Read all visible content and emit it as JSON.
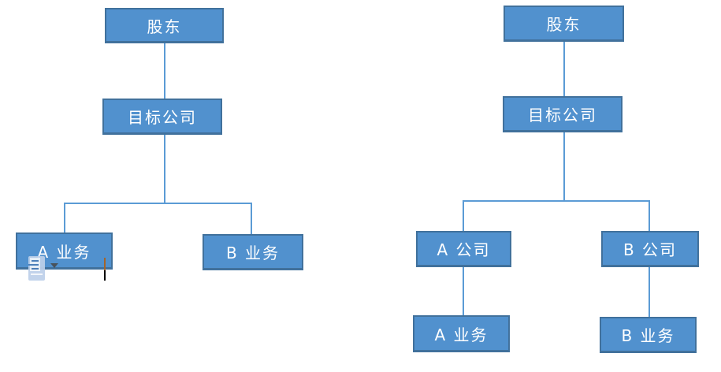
{
  "colors": {
    "box_fill": "#5191CE",
    "box_border": "#41719C",
    "connector": "#5B9BD5",
    "box_text": "#FFFFFF",
    "page_bg": "#FFFFFF",
    "caret_over_shape": "#A4642A",
    "caret": "#000000"
  },
  "left_chart": {
    "nodes": {
      "shareholder": "股东",
      "target_company": "目标公司",
      "business_a": "A 业务",
      "business_b": "B 业务"
    },
    "edges": [
      [
        "shareholder",
        "target_company"
      ],
      [
        "target_company",
        "business_a"
      ],
      [
        "target_company",
        "business_b"
      ]
    ]
  },
  "right_chart": {
    "nodes": {
      "shareholder": "股东",
      "target_company": "目标公司",
      "company_a": "A 公司",
      "company_b": "B 公司",
      "business_a": "A 业务",
      "business_b": "B 业务"
    },
    "edges": [
      [
        "shareholder",
        "target_company"
      ],
      [
        "target_company",
        "company_a"
      ],
      [
        "target_company",
        "company_b"
      ],
      [
        "company_a",
        "business_a"
      ],
      [
        "company_b",
        "business_b"
      ]
    ]
  },
  "icons": {
    "paste_options": "clipboard-with-page",
    "dropdown_arrow": "▾",
    "text_cursor": "I-beam caret (inverted orange over shape, black over page)"
  }
}
